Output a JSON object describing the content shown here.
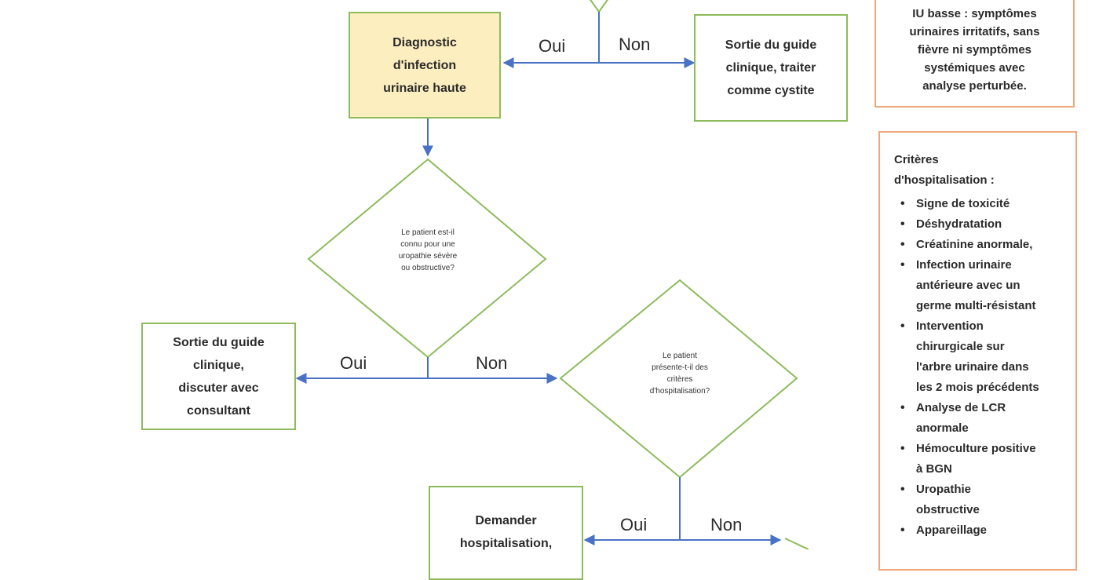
{
  "colors": {
    "box_border": "#8dbb5c",
    "highlight_fill": "#fdeebf",
    "arrow": "#4a72c4",
    "side_border": "#f2a67b"
  },
  "boxes": {
    "diagnostic": "Diagnostic\nd'infection\nurinaire haute",
    "sortie_cystite": "Sortie du guide\nclinique, traiter\ncomme cystite",
    "sortie_consultant": "Sortie du guide\nclinique,\ndiscuter avec\nconsultant",
    "demander_hosp": "Demander\nhospitalisation,"
  },
  "diamonds": {
    "uropathie": "Le patient est-il\nconnu pour une\nuropathie sévère\nou obstructive?",
    "criteres": "Le patient\nprésente-t-il des\ncritères\nd'hospitalisation?"
  },
  "edges": {
    "oui_1": "Oui",
    "non_1": "Non",
    "oui_2": "Oui",
    "non_2": "Non",
    "oui_3": "Oui",
    "non_3": "Non"
  },
  "side_notes": {
    "iu_basse": "IU basse : symptômes\nurinaires irritatifs, sans\nfièvre ni symptômes\nsystémiques avec\nanalyse perturbée.",
    "criteres_title": "Critères\nd'hospitalisation :",
    "criteres_items": [
      "Signe de toxicité",
      "Déshydratation",
      "Créatinine anormale,",
      "Infection urinaire\nantérieure avec un\ngerme multi-résistant",
      "Intervention\nchirurgicale sur\nl'arbre urinaire dans\nles 2 mois précédents",
      "Analyse de LCR\nanormale",
      "Hémoculture positive\nà BGN",
      "Uropathie\nobstructive",
      "Appareillage"
    ]
  }
}
